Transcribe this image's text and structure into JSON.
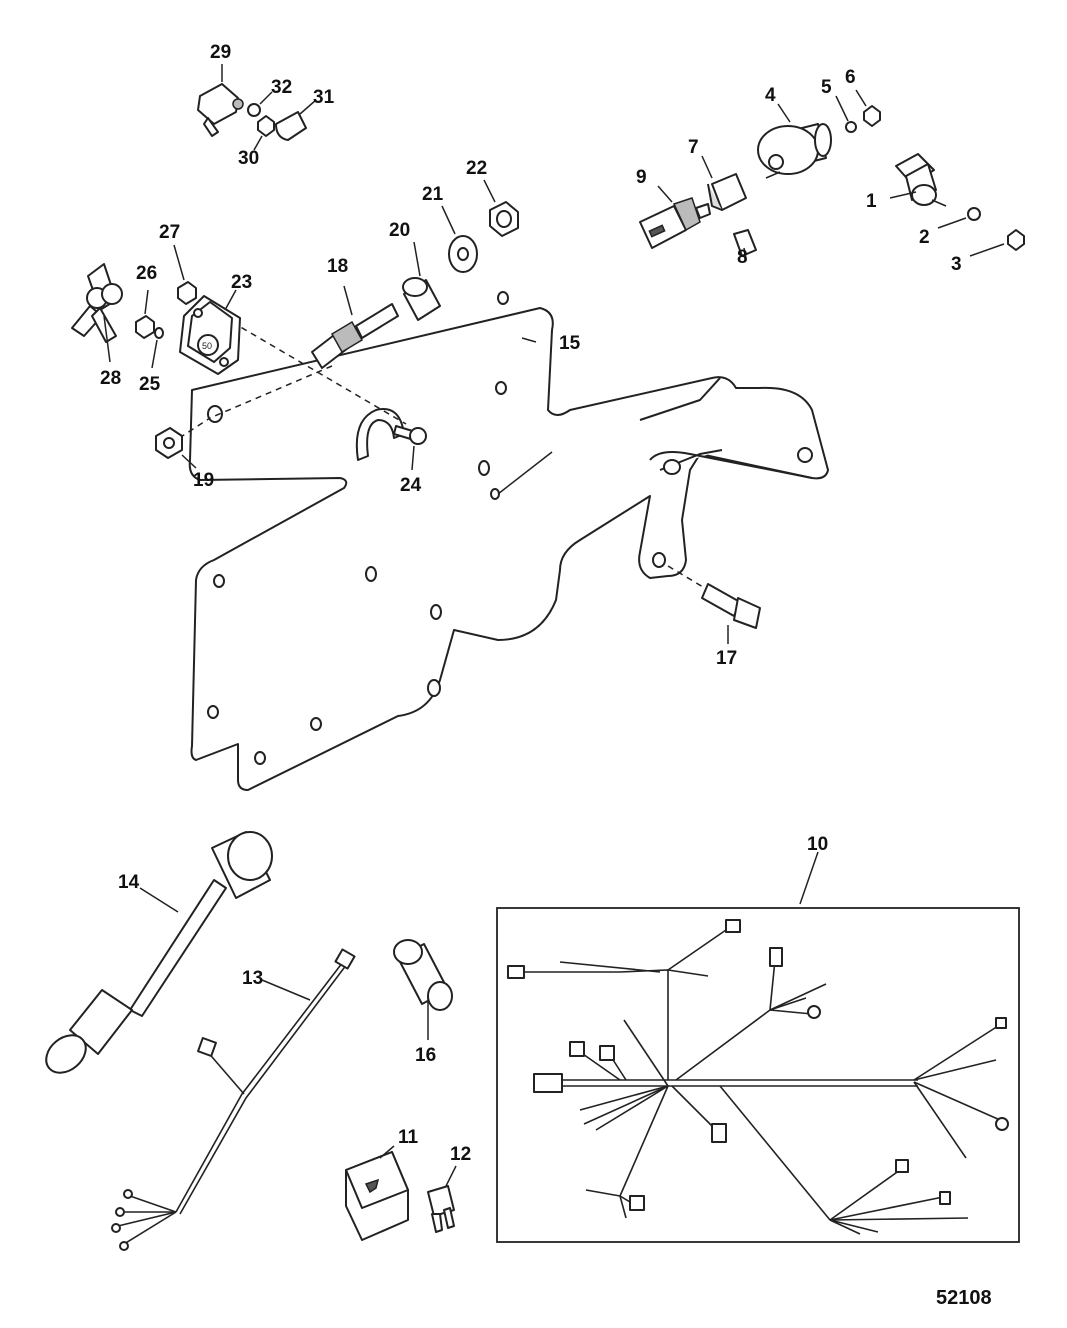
{
  "figure_number": "52108",
  "breaker_rating": "50",
  "callouts": [
    "1",
    "2",
    "3",
    "4",
    "5",
    "6",
    "7",
    "8",
    "9",
    "10",
    "11",
    "12",
    "13",
    "14",
    "15",
    "16",
    "17",
    "18",
    "19",
    "20",
    "21",
    "22",
    "23",
    "24",
    "25",
    "26",
    "27",
    "28",
    "29",
    "30",
    "31",
    "32"
  ]
}
